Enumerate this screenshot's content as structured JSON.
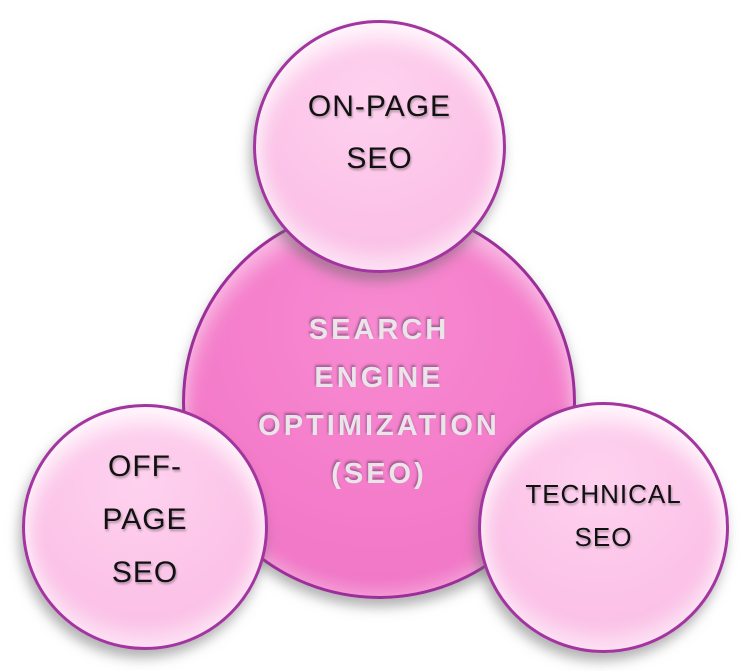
{
  "diagram": {
    "center_node": {
      "lines": [
        "SEARCH",
        "ENGINE",
        "OPTIMIZATION",
        "(SEO)"
      ]
    },
    "satellite_nodes": [
      {
        "id": "on-page-seo",
        "lines": [
          "ON-PAGE",
          "SEO"
        ]
      },
      {
        "id": "off-page-seo",
        "lines": [
          "OFF-",
          "PAGE",
          "SEO"
        ]
      },
      {
        "id": "technical-seo",
        "lines": [
          "TECHNICAL",
          "SEO"
        ]
      }
    ],
    "colors": {
      "background": "#ffffff",
      "center_fill": "#f47cca",
      "center_border": "#9a2f9a",
      "center_text": "#e9e5e9",
      "satellite_fill": "#fcc3e8",
      "satellite_border": "#a335a0",
      "satellite_text": "#111111"
    }
  }
}
